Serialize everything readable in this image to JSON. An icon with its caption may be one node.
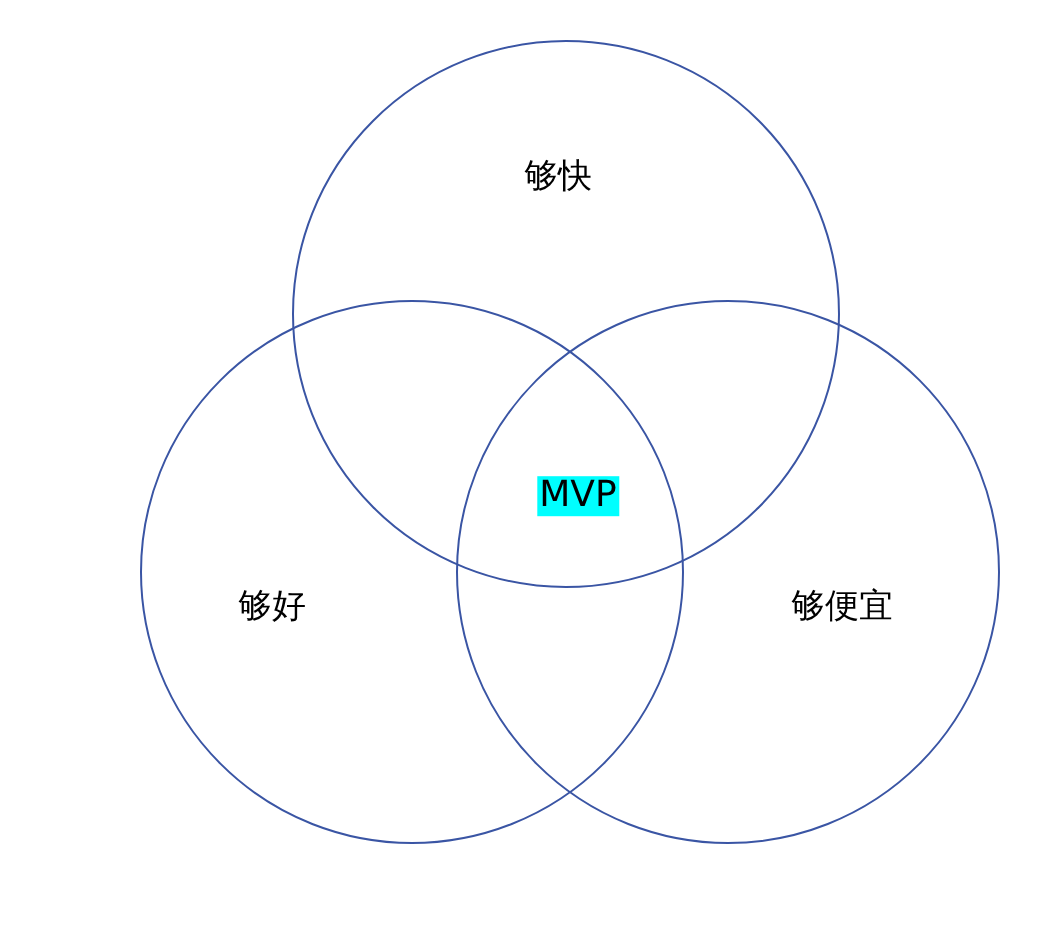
{
  "diagram": {
    "nodes": [
      {
        "text": [
          "够快"
        ]
      },
      {
        "text": [
          "够好"
        ]
      },
      {
        "text": [
          "够便宜"
        ]
      },
      {
        "text": [
          "MVP"
        ]
      }
    ]
  }
}
